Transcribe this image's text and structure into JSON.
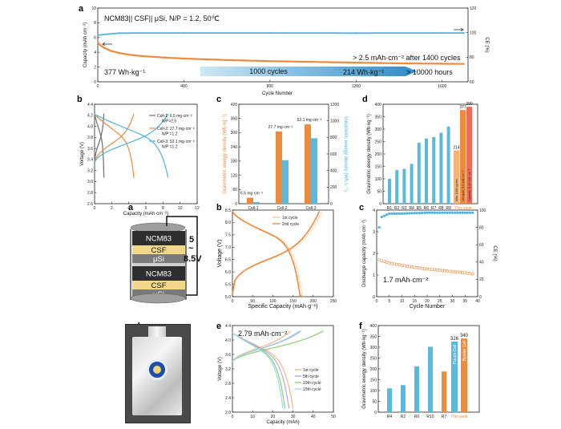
{
  "panel_labels": {
    "a_top": "a",
    "b_top": "b",
    "c_top": "c",
    "d_top": "d",
    "a_mid": "a",
    "b_mid": "b",
    "c_mid": "c",
    "d_bot": "d",
    "e_bot": "e",
    "f_bot": "f"
  },
  "cell_stack": {
    "layers": [
      "NCM83",
      "CSF",
      "μSi",
      "NCM83",
      "CSF",
      "μSi"
    ],
    "voltage_top": "5",
    "voltage_tilde": "~",
    "voltage_bottom": "8.5V"
  },
  "colors": {
    "orange": "#ee8a3c",
    "blue": "#4fb3dc",
    "cyan": "#4fb3dc",
    "bar_blue": "#5ab9dd"
  },
  "chart_data": [
    {
      "id": "top_a",
      "type": "scatter",
      "title": "NCM83|| CSF|| μSi, N/P = 1.2, 50℃",
      "xlabel": "Cycle Number",
      "ylabel": "Capacity (mAh cm⁻²)",
      "y2label": "CE (%)",
      "xlim": [
        0,
        1720
      ],
      "ylim": [
        0,
        10
      ],
      "y2lim": [
        60,
        120
      ],
      "xticks": [
        0,
        400,
        800,
        1200,
        1600
      ],
      "yticks": [
        0,
        2,
        4,
        6,
        8,
        10
      ],
      "y2ticks": [
        60,
        80,
        100,
        120
      ],
      "series": [
        {
          "name": "Capacity",
          "axis": "left",
          "x": [
            1,
            10,
            30,
            60,
            100,
            150,
            200,
            300,
            400,
            600,
            800,
            1000,
            1200,
            1400,
            1600,
            1700
          ],
          "y": [
            5.3,
            5.0,
            4.6,
            4.2,
            3.9,
            3.65,
            3.5,
            3.3,
            3.15,
            2.95,
            2.8,
            2.7,
            2.6,
            2.5,
            2.45,
            2.42
          ]
        },
        {
          "name": "CE",
          "axis": "right",
          "x": [
            1,
            100,
            400,
            800,
            1200,
            1600,
            1700
          ],
          "y": [
            98,
            99.6,
            99.7,
            99.7,
            99.6,
            99.7,
            99.7
          ]
        }
      ],
      "annotations": [
        "> 2.5 mAh·cm⁻² after 1400 cycles",
        "377 Wh·kg⁻¹",
        "1000 cycles",
        "214 Wh·kg⁻¹",
        "> 10000 hours"
      ]
    },
    {
      "id": "top_b",
      "type": "line",
      "xlabel": "Capacity (mAh·cm⁻²)",
      "ylabel": "Voltage (V)",
      "xlim": [
        0,
        12
      ],
      "ylim": [
        2.6,
        4.4
      ],
      "xticks": [
        0,
        2,
        4,
        6,
        8,
        10,
        12
      ],
      "yticks": [
        2.6,
        2.8,
        3.0,
        3.2,
        3.4,
        3.6,
        3.8,
        4.0,
        4.2,
        4.4
      ],
      "legend": [
        {
          "label": "Cell-1: 6.5 mg·cm⁻²",
          "sub": "N/P>2.5",
          "color": "#6e6e6e"
        },
        {
          "label": "Cell-2: 27.7 mg·cm⁻²",
          "sub": "N/P =1.2",
          "color": "#ee8a3c"
        },
        {
          "label": "Cell-3: 53.1 mg·cm⁻²",
          "sub": "N/P =1.2",
          "color": "#4fb3dc"
        }
      ],
      "curves": [
        {
          "name": "Cell-1",
          "color": "#6e6e6e",
          "capacity": 1.1
        },
        {
          "name": "Cell-2",
          "color": "#ee8a3c",
          "capacity": 4.6
        },
        {
          "name": "Cell-3",
          "color": "#4fb3dc",
          "capacity": 8.6
        }
      ]
    },
    {
      "id": "top_c",
      "type": "bar",
      "ylabel": "Gravimetric energy density (Wh·kg⁻¹)",
      "y2label": "Volumetric energy density (Wh·L⁻¹)",
      "categories": [
        "Cell-1",
        "Cell-2",
        "Cell-3"
      ],
      "ylim": [
        0,
        420
      ],
      "y2lim": [
        0,
        1200
      ],
      "yticks": [
        0,
        60,
        120,
        180,
        240,
        300,
        360,
        420
      ],
      "y2ticks": [
        0,
        200,
        400,
        600,
        800,
        1000,
        1200
      ],
      "series": [
        {
          "name": "Gravimetric",
          "values": [
            25,
            305,
            335
          ]
        },
        {
          "name": "Volumetric",
          "values": [
            20,
            525,
            790
          ]
        }
      ],
      "labels": [
        "6.5 mg·cm⁻²",
        "27.7 mg·cm⁻²",
        "53.1 mg·cm⁻²"
      ]
    },
    {
      "id": "top_d",
      "type": "bar",
      "ylabel": "Gravimetric energy density (Wh·kg⁻¹)",
      "categories": [
        "R1",
        "R2",
        "R3",
        "R4",
        "R5",
        "R6",
        "R7",
        "R8",
        "R9",
        "This work"
      ],
      "ylim": [
        0,
        400
      ],
      "yticks": [
        0,
        50,
        100,
        150,
        200,
        250,
        300,
        350,
        400
      ],
      "values": [
        100,
        135,
        140,
        160,
        245,
        262,
        268,
        285,
        310
      ],
      "this_work": [
        214,
        377,
        390
      ],
      "this_work_labels": [
        "After 1000 cycles",
        "1st cycle, 5.3 mAh cm⁻²",
        "Capacity: 8.43 mAh cm⁻²"
      ]
    },
    {
      "id": "mid_b",
      "type": "line",
      "xlabel": "Specific Capacity (mAh·g⁻¹)",
      "ylabel": "Voltage (V)",
      "xlim": [
        0,
        250
      ],
      "ylim": [
        5.0,
        8.5
      ],
      "xticks": [
        0,
        50,
        100,
        150,
        200,
        250
      ],
      "yticks": [
        5.0,
        5.5,
        6.0,
        6.5,
        7.0,
        7.5,
        8.0,
        8.5
      ],
      "legend": [
        "1st cycle",
        "2nd cycle"
      ]
    },
    {
      "id": "mid_c",
      "type": "scatter",
      "xlabel": "Cycle Number",
      "ylabel": "Discharge capacity (mAh·cm⁻²)",
      "y2label": "CE (%)",
      "xlim": [
        0,
        40
      ],
      "ylim": [
        0,
        4
      ],
      "y2lim": [
        0,
        100
      ],
      "xticks": [
        0,
        5,
        10,
        15,
        20,
        25,
        30,
        35,
        40
      ],
      "yticks": [
        0,
        1,
        2,
        3,
        4
      ],
      "y2ticks": [
        0,
        20,
        40,
        60,
        80,
        100
      ],
      "annotation": "1.7 mAh·cm⁻²",
      "series": [
        {
          "name": "Capacity",
          "x": [
            1,
            5,
            10,
            15,
            20,
            25,
            30,
            35,
            38
          ],
          "y": [
            1.7,
            1.55,
            1.45,
            1.35,
            1.28,
            1.22,
            1.16,
            1.1,
            1.05
          ]
        },
        {
          "name": "CE",
          "x": [
            1,
            2,
            5,
            10,
            20,
            30,
            38
          ],
          "y": [
            80,
            92,
            96,
            96,
            97,
            97,
            97
          ]
        }
      ]
    },
    {
      "id": "bot_e",
      "type": "line",
      "xlabel": "Capacity (mAh)",
      "ylabel": "Voltage (V)",
      "xlim": [
        0,
        50
      ],
      "ylim": [
        2.0,
        4.4
      ],
      "xticks": [
        0,
        10,
        20,
        30,
        40,
        50
      ],
      "yticks": [
        2.0,
        2.4,
        2.8,
        3.2,
        3.6,
        4.0,
        4.4
      ],
      "annotation": "2.79 mAh·cm⁻²",
      "legend": [
        "1st cycle",
        "5th cycle",
        "10th cycle",
        "15th cycle"
      ]
    },
    {
      "id": "bot_f",
      "type": "bar",
      "ylabel": "Gravimetric energy density (Wh·kg⁻¹)",
      "categories": [
        "R4",
        "R2",
        "R6",
        "R10",
        "R7",
        "This work"
      ],
      "ylim": [
        0,
        400
      ],
      "yticks": [
        0,
        50,
        100,
        150,
        200,
        250,
        300,
        350,
        400
      ],
      "values": [
        110,
        125,
        212,
        302,
        188
      ],
      "this_work": [
        326,
        340
      ],
      "this_work_labels": [
        "Pouch Cell",
        "Bipolar Cell"
      ]
    }
  ]
}
